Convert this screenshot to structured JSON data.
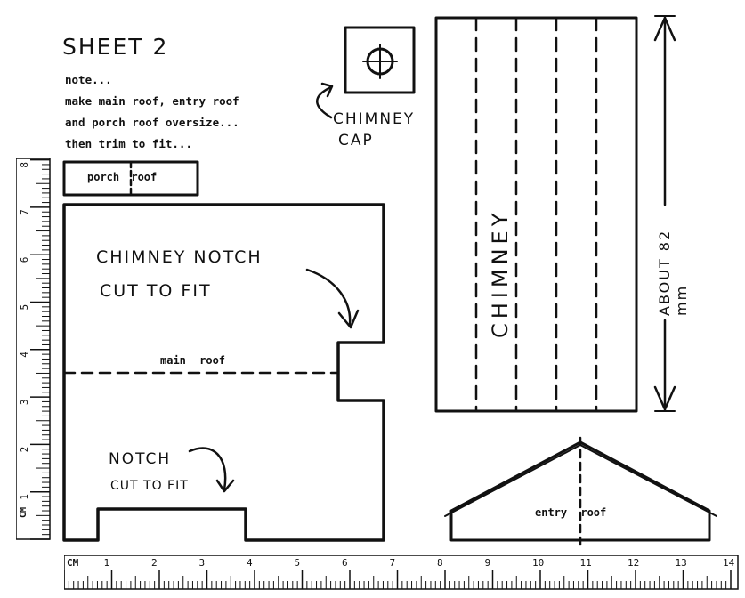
{
  "sheet": {
    "title": "SHEET 2",
    "note_lines": [
      "note...",
      "make main roof, entry roof",
      "and porch roof oversize...",
      "then trim to fit..."
    ]
  },
  "pieces": {
    "porch_roof_label": "porch roof",
    "main_roof_label": "main roof",
    "entry_roof_label": "entry roof",
    "chimney_label": "CHIMNEY",
    "chimney_cap_label_1": "CHIMNEY",
    "chimney_cap_label_2": "CAP"
  },
  "annotations": {
    "chimney_notch_1": "CHIMNEY NOTCH",
    "chimney_notch_2": "CUT TO FIT",
    "notch_1": "NOTCH",
    "notch_2": "CUT TO FIT",
    "height_label": "ABOUT 82 mm"
  },
  "rulers": {
    "bottom_unit": "CM",
    "bottom_numbers": [
      "1",
      "2",
      "3",
      "4",
      "5",
      "6",
      "7",
      "8",
      "9",
      "10",
      "11",
      "12",
      "13",
      "14"
    ],
    "left_unit": "CM",
    "left_numbers": [
      "1",
      "2",
      "3",
      "4",
      "5",
      "6",
      "7",
      "8"
    ]
  }
}
